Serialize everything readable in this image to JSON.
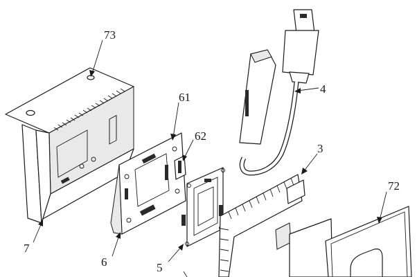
{
  "callouts": {
    "part_73": "73",
    "part_61": "61",
    "part_62": "62",
    "part_4": "4",
    "part_3": "3",
    "part_72": "72",
    "part_7": "7",
    "part_6": "6",
    "part_5": "5"
  }
}
